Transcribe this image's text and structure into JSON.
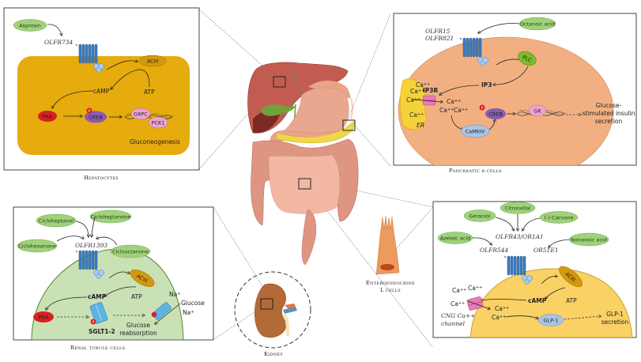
{
  "colors": {
    "hepatocyte_cell": "#e6ab0c",
    "pancreatic_cell": "#f2b082",
    "renal_cell": "#c9e1b4",
    "lcell_cell": "#f9d165",
    "ligand_pill": "#9fd27a",
    "receptor": "#3f7fc2",
    "acIII": "#d4980e",
    "pka": "#d82020",
    "creb": "#8a5ab0",
    "gene_product": "#eca3d2",
    "camkiv": "#a9c4e6",
    "plc": "#7dbb2c",
    "er": "#f6d23a",
    "ip3r": "#e97bb4"
  },
  "panels": {
    "hepatocytes": {
      "caption": "Hepatocytes",
      "ligands": [
        "Asprosin"
      ],
      "receptor": "OLFR734",
      "enzyme": "ACIII",
      "atp": "ATP",
      "camp": "cAMP",
      "pka": "PKA",
      "creb": "CREB",
      "phospho": "P",
      "genes": [
        "G6PC",
        "PCK1"
      ],
      "outcome": "Gluconeogenesis"
    },
    "pancreatic": {
      "caption": "Pancreatic β cells",
      "ligands": [
        "Octanoic acid"
      ],
      "receptors": [
        "OLFR15",
        "OLFR821"
      ],
      "plc": "PLC",
      "ip3": "IP3",
      "ip3r": "IP3R",
      "er": "ER",
      "ca": "Ca++",
      "camkiv": "CaMKIV",
      "creb": "CREB",
      "phospho": "P",
      "gene": "GK",
      "outcome": [
        "Glucose-",
        "stimulated insulin",
        "secretion"
      ]
    },
    "renal": {
      "caption": "Renal tubule cells",
      "ligands": [
        "Cicloheptanol",
        "Cicloheptanone",
        "Ciclohexanone",
        "Ciclooctanone"
      ],
      "receptor": "OLFR1393",
      "enzyme": "ACIII",
      "atp": "ATP",
      "camp": "cAMP",
      "pka": "PKA",
      "transporter": "SGLT1-2",
      "phospho": "P",
      "na": "Na+",
      "glucose": "Glucose",
      "outcome": [
        "Glucose",
        "reabsorption"
      ]
    },
    "lcells": {
      "ligands": [
        "Geraniol",
        "Citronellal",
        "(-)-Carvone",
        "Azelaic acid",
        "Nonanoic acid"
      ],
      "receptors": [
        "OLFR43/OR1A1",
        "OLFR544",
        "OR51E1"
      ],
      "enzyme": "ACIII",
      "atp": "ATP",
      "camp": "cAMP",
      "ca": "Ca++",
      "channel": [
        "CNG Ca++",
        "channel"
      ],
      "hormone": "GLP-1",
      "outcome": [
        "GLP-1",
        "secretion"
      ]
    }
  },
  "organs": {
    "kidney_caption": "Kidney",
    "lcell_caption": [
      "Enteroendocrine",
      "L cells"
    ]
  }
}
